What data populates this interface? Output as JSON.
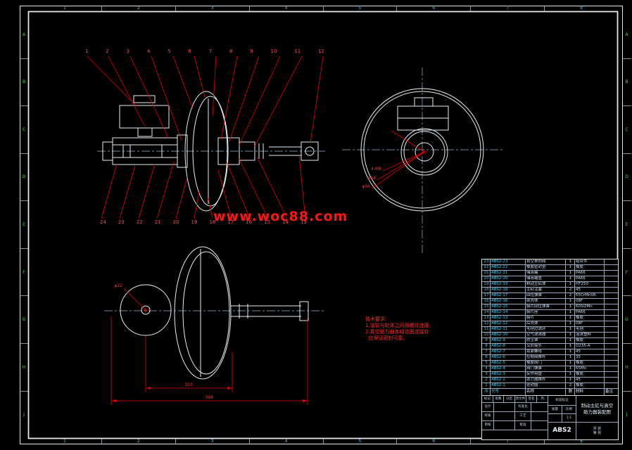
{
  "sheet": {
    "watermark": "www.woc88.com"
  },
  "frame": {
    "top_zones": [
      "1",
      "2",
      "3",
      "4",
      "5",
      "6",
      "7",
      "8"
    ],
    "bottom_zones": [
      "1",
      "2",
      "3",
      "4",
      "5",
      "6",
      "7",
      "8"
    ],
    "left_zones": [
      "A",
      "B",
      "C",
      "D",
      "E",
      "F",
      "G",
      "H",
      "J"
    ],
    "right_zones": [
      "A",
      "B",
      "C",
      "D",
      "E",
      "F",
      "G",
      "H",
      "J"
    ]
  },
  "callouts": {
    "top": [
      "1",
      "2",
      "3",
      "4",
      "5",
      "6",
      "7",
      "8",
      "9",
      "10",
      "11",
      "12"
    ],
    "bottom": [
      "24",
      "23",
      "22",
      "21",
      "20",
      "19",
      "18",
      "17",
      "16",
      "15",
      "14",
      "13"
    ]
  },
  "front_view": {
    "labels": [
      "4-M8",
      "φ64",
      "φ96"
    ]
  },
  "side_view": {
    "leader_label": "φ22",
    "dim_small": "103",
    "dim_large": "398"
  },
  "tech_notes": {
    "lines": [
      "技术要求:",
      "1.油管与缸体之间用螺纹连接,",
      "2.真空助力器各结合面连接处",
      "  应保证密封可靠。"
    ]
  },
  "parts_table": {
    "headers": {
      "no": "序",
      "code": "代号",
      "name": "名称",
      "qty": "数",
      "material": "材料",
      "note": "备注"
    },
    "rows": [
      {
        "no": "23",
        "code": "ABS2-23",
        "name": "真空单向阀",
        "qty": "1",
        "material": "组合件",
        "note": ""
      },
      {
        "no": "22",
        "code": "ABS2-22",
        "name": "橡胶密封垫",
        "qty": "1",
        "material": "橡胶",
        "note": ""
      },
      {
        "no": "21",
        "code": "ABS2-21",
        "name": "储液罐",
        "qty": "1",
        "material": "PA66",
        "note": ""
      },
      {
        "no": "20",
        "code": "ABS2-20",
        "name": "储液罐盖",
        "qty": "1",
        "material": "PA66",
        "note": ""
      },
      {
        "no": "19",
        "code": "ABS2-19",
        "name": "制动主缸体",
        "qty": "1",
        "material": "HT250",
        "note": ""
      },
      {
        "no": "18",
        "code": "ABS2-18",
        "name": "主缸活塞",
        "qty": "2",
        "material": "45",
        "note": ""
      },
      {
        "no": "17",
        "code": "ABS2-17",
        "name": "回位弹簧",
        "qty": "2",
        "material": "65CrMnVA",
        "note": ""
      },
      {
        "no": "16",
        "code": "ABS2-16",
        "name": "前壳体",
        "qty": "1",
        "material": "08F",
        "note": ""
      },
      {
        "no": "15",
        "code": "ABS2-15",
        "name": "膜片回位弹簧",
        "qty": "1",
        "material": "60Si2Mn",
        "note": ""
      },
      {
        "no": "14",
        "code": "ABS2-14",
        "name": "膜片座",
        "qty": "1",
        "material": "PA66",
        "note": ""
      },
      {
        "no": "13",
        "code": "ABS2-13",
        "name": "膜片",
        "qty": "1",
        "material": "橡胶",
        "note": ""
      },
      {
        "no": "12",
        "code": "ABS2-12",
        "name": "后壳体",
        "qty": "1",
        "material": "08F",
        "note": ""
      },
      {
        "no": "11",
        "code": "ABS2-11",
        "name": "毛毡过滤环",
        "qty": "1",
        "material": "毛毡",
        "note": ""
      },
      {
        "no": "10",
        "code": "ABS2-10",
        "name": "空气滤清器",
        "qty": "1",
        "material": "泡沫塑料",
        "note": ""
      },
      {
        "no": "9",
        "code": "ABS2-9",
        "name": "防尘罩",
        "qty": "1",
        "material": "橡胶",
        "note": ""
      },
      {
        "no": "8",
        "code": "ABS2-8",
        "name": "叉形接头",
        "qty": "1",
        "material": "Q235-A",
        "note": ""
      },
      {
        "no": "7",
        "code": "ABS2-7",
        "name": "锁紧螺母",
        "qty": "1",
        "material": "45",
        "note": ""
      },
      {
        "no": "6",
        "code": "ABS2-6",
        "name": "控制阀推杆",
        "qty": "1",
        "material": "35",
        "note": ""
      },
      {
        "no": "5",
        "code": "ABS2-5",
        "name": "橡胶阀门",
        "qty": "1",
        "material": "橡胶",
        "note": ""
      },
      {
        "no": "4",
        "code": "ABS2-4",
        "name": "阀门弹簧",
        "qty": "1",
        "material": "65Mn",
        "note": ""
      },
      {
        "no": "3",
        "code": "ABS2-3",
        "name": "反作用盘",
        "qty": "1",
        "material": "橡胶",
        "note": ""
      },
      {
        "no": "2",
        "code": "ABS2-2",
        "name": "助力器推杆",
        "qty": "1",
        "material": "45",
        "note": ""
      },
      {
        "no": "1",
        "code": "ABS2-1",
        "name": "密封圈",
        "qty": "2",
        "material": "橡胶",
        "note": ""
      }
    ]
  },
  "title_block": {
    "header_cells": [
      "标记",
      "处数",
      "分区",
      "更改文件号",
      "签名",
      "年、月、日"
    ],
    "staff": {
      "design": "设计",
      "standard": "标准化",
      "check": "校核",
      "process": "工艺",
      "review": "审核",
      "approve": "批准"
    },
    "stage": "阶段标记",
    "mass": "质量",
    "scale": "比例",
    "scale_value": "1:1",
    "code": "ABS2",
    "title_line1": "制动主缸与真空",
    "title_line2": "助力器装配图",
    "sheet_total": "共 张",
    "sheet_index": "第 张"
  }
}
